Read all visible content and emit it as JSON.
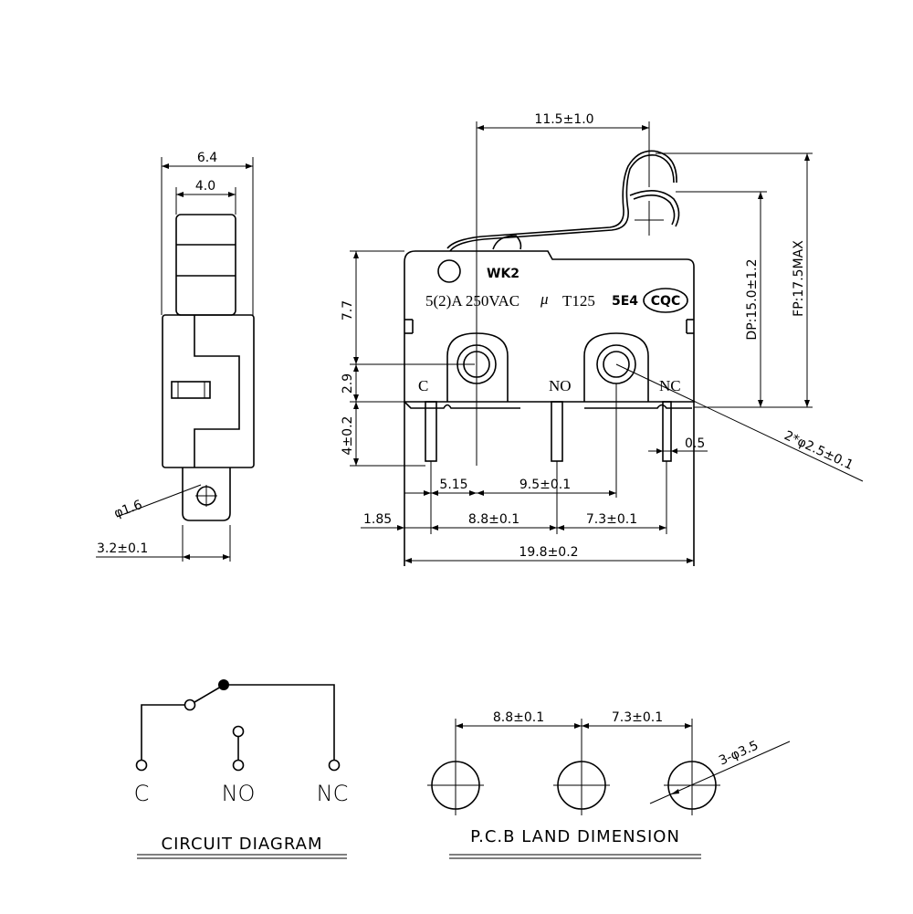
{
  "side_view": {
    "width_outer": "6.4",
    "width_inner": "4.0",
    "pin_hole": "φ1.6",
    "pin_width": "3.2±0.1"
  },
  "front_view": {
    "lever_offset": "11.5±1.0",
    "height_top": "7.7",
    "height_mid": "2.9",
    "pin_length": "4±0.2",
    "dp": "DP:15.0±1.2",
    "fp": "FP:17.5MAX",
    "hole_dia": "2*φ2.5±0.1",
    "pin_thickness": "0.5",
    "dim_515": "5.15",
    "dim_95": "9.5±0.1",
    "dim_185": "1.85",
    "dim_88": "8.8±0.1",
    "dim_73": "7.3±0.1",
    "dim_total": "19.8±0.2",
    "marking_model": "WK2",
    "marking_rating": "5(2)A  250VAC",
    "marking_mu": "μ",
    "marking_temp": "T125",
    "marking_code": "5E4",
    "marking_cert": "CQC",
    "terminal_c": "C",
    "terminal_no": "NO",
    "terminal_nc": "NC"
  },
  "circuit": {
    "label_c": "C",
    "label_no": "NO",
    "label_nc": "NC",
    "caption": "CIRCUIT DIAGRAM"
  },
  "pcb": {
    "dim_88": "8.8±0.1",
    "dim_73": "7.3±0.1",
    "hole_dia": "3-φ3.5",
    "caption": "P.C.B LAND DIMENSION"
  }
}
